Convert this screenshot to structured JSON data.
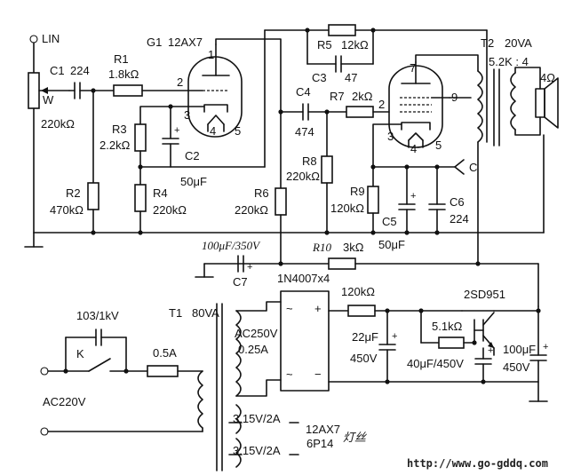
{
  "input": {
    "label": "LIN"
  },
  "c1": {
    "ref": "C1",
    "value": "224"
  },
  "pot": {
    "ref": "W",
    "value": "220kΩ"
  },
  "r1": {
    "ref": "R1",
    "value": "1.8kΩ"
  },
  "g1": {
    "ref": "G1",
    "tube": "12AX7"
  },
  "r2": {
    "ref": "R2",
    "value": "470kΩ"
  },
  "r3": {
    "ref": "R3",
    "value": "2.2kΩ"
  },
  "r4": {
    "ref": "R4",
    "value": "220kΩ"
  },
  "c2": {
    "ref": "C2",
    "value": "50μF"
  },
  "r5": {
    "ref": "R5",
    "value": "12kΩ"
  },
  "c3": {
    "ref": "C3",
    "value": "47"
  },
  "c4": {
    "ref": "C4",
    "value": "474"
  },
  "r6": {
    "ref": "R6",
    "value": "220kΩ"
  },
  "r7": {
    "ref": "R7",
    "value": "2kΩ"
  },
  "r8": {
    "ref": "R8",
    "value": "220kΩ"
  },
  "r9": {
    "ref": "R9",
    "value": "120kΩ"
  },
  "c5": {
    "ref": "C5",
    "value": "50μF"
  },
  "c6": {
    "ref": "C6",
    "value": "224"
  },
  "node_c": {
    "label": "C"
  },
  "t2": {
    "ref": "T2",
    "power": "20VA",
    "ratio": "5.2K : 4"
  },
  "speaker": {
    "impedance": "4Ω"
  },
  "c7": {
    "ref": "C7",
    "value": "100μF/350V"
  },
  "r10": {
    "ref": "R10",
    "value": "3kΩ"
  },
  "bridge": {
    "label": "1N4007x4"
  },
  "r_120k": {
    "value": "120kΩ"
  },
  "transistor": {
    "ref": "2SD951"
  },
  "r_5k1": {
    "value": "5.1kΩ"
  },
  "c_22": {
    "value": "22μF",
    "voltage": "450V"
  },
  "c_40": {
    "value": "40μF/450V"
  },
  "c_100": {
    "value": "100μF",
    "voltage": "450V"
  },
  "t1": {
    "ref": "T1",
    "power": "80VA"
  },
  "c_103": {
    "value": "103/1kV"
  },
  "switch": {
    "ref": "K"
  },
  "fuse": {
    "value": "0.5A"
  },
  "mains": {
    "label": "AC220V"
  },
  "hv_secondary": {
    "voltage": "AC250V",
    "current": "0.25A"
  },
  "heater1": {
    "label": "3.15V/2A"
  },
  "heater2": {
    "label": "3.15V/2A"
  },
  "heater_tubes": {
    "tube_a": "12AX7",
    "tube_b": "6P14",
    "note": "灯丝"
  },
  "pins": {
    "p1": "1",
    "p2": "2",
    "p3": "3",
    "p4": "4",
    "p5": "5",
    "p7": "7",
    "p9": "9",
    "q2": "2",
    "q3": "3",
    "q4": "4",
    "q5": "5"
  },
  "bridge_marks": {
    "ac": "~",
    "plus": "+",
    "minus": "−"
  },
  "watermark": "http://www.go-gddq.com"
}
